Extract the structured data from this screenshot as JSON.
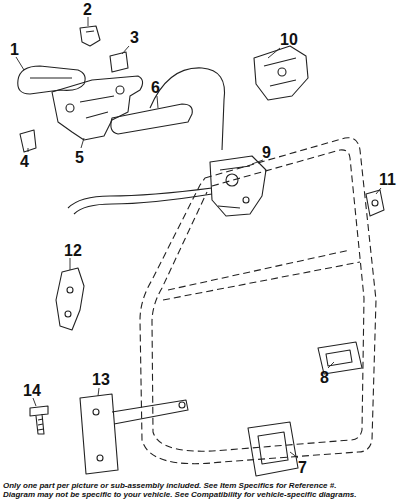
{
  "diagram": {
    "labels": [
      "1",
      "2",
      "3",
      "10",
      "4",
      "5",
      "6",
      "9",
      "11",
      "12",
      "8",
      "14",
      "13",
      "7",
      "Only one part per picture or sub-assembly included. See Item Specifics for Reference #.",
      "Diagram may not be specific to your vehicle. See Compatibility for vehicle-specific diagrams."
    ]
  }
}
